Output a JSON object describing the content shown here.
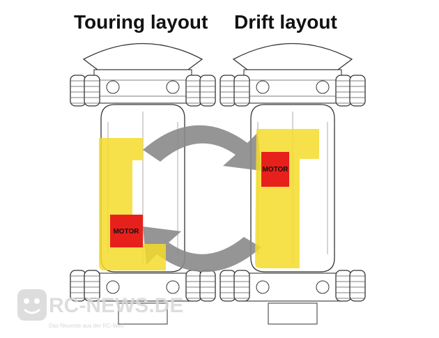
{
  "titles": {
    "touring": "Touring layout",
    "drift": "Drift layout"
  },
  "motor_label": "MOTOR",
  "watermark": {
    "title": "RC-NEWS.DE",
    "subtitle": "Das Neueste aus der RC-Welt"
  },
  "colors": {
    "battery_area": "#f5dc2a",
    "motor": "#e8201c",
    "arrow": "#8a8a8a",
    "line": "#333333"
  }
}
